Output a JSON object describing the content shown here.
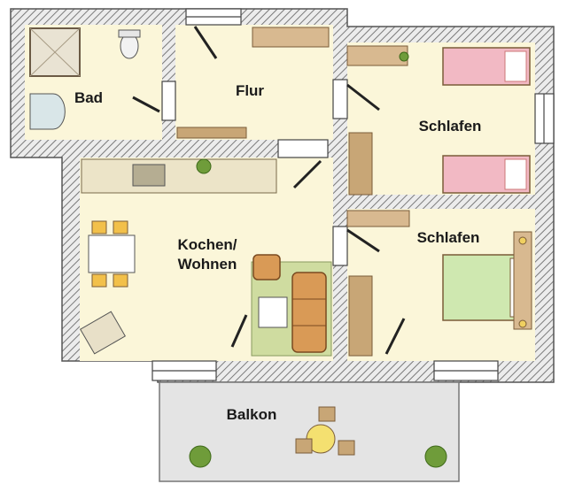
{
  "rooms": {
    "bad": "Bad",
    "flur": "Flur",
    "schlafen_1": "Schlafen",
    "schlafen_2": "Schlafen",
    "kochen_wohnen_line1": "Kochen/",
    "kochen_wohnen_line2": "Wohnen",
    "balkon": "Balkon"
  },
  "colors": {
    "wall": "#7a7a7a",
    "floor": "#fbf6d9",
    "balcony": "#e4e4e4",
    "bed_pink": "#f2b9c4",
    "bed_green": "#cfe8b0",
    "wood": "#c7a373",
    "sofa": "#d99a56",
    "plant": "#6f9c3a"
  }
}
